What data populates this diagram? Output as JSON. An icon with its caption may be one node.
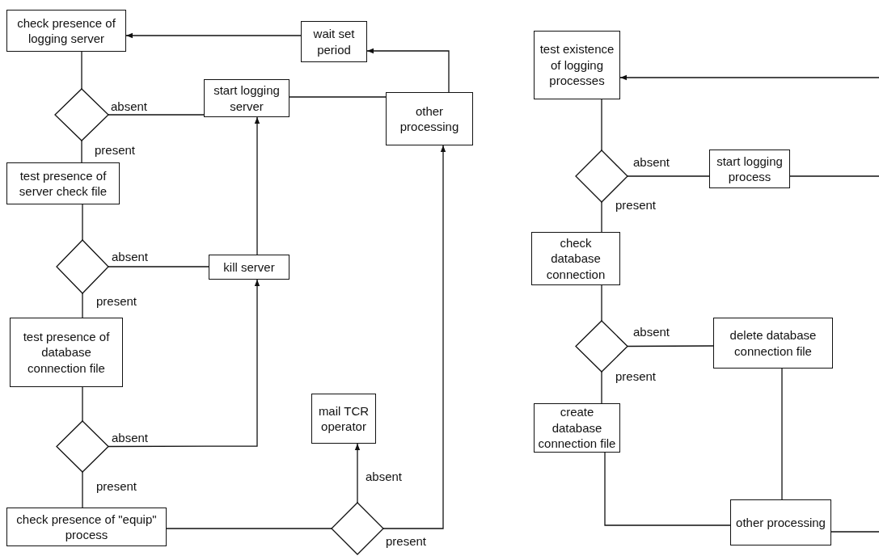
{
  "diagram": {
    "nodes": [
      {
        "text": [
          "check presence of logging server"
        ]
      },
      {
        "text": [
          "wait set period"
        ]
      },
      {
        "text": [],
        "shape": "diamond"
      },
      {
        "text": [
          "start logging server"
        ]
      },
      {
        "text": [
          "other processing"
        ]
      },
      {
        "text": [
          "test presence of server check file"
        ]
      },
      {
        "text": [],
        "shape": "diamond"
      },
      {
        "text": [
          "kill server"
        ]
      },
      {
        "text": [
          "test presence of database connection file"
        ]
      },
      {
        "text": [],
        "shape": "diamond"
      },
      {
        "text": [
          "mail TCR operator"
        ]
      },
      {
        "text": [
          "check presence of \"equip\" process"
        ]
      },
      {
        "text": [],
        "shape": "diamond"
      },
      {
        "text": [
          "test existence of logging processes"
        ]
      },
      {
        "text": [],
        "shape": "diamond"
      },
      {
        "text": [
          "start logging process"
        ]
      },
      {
        "text": [
          "check database connection"
        ]
      },
      {
        "text": [],
        "shape": "diamond"
      },
      {
        "text": [
          "delete database connection file"
        ]
      },
      {
        "text": [
          "create database connection file"
        ]
      },
      {
        "text": [
          "other processing"
        ]
      }
    ],
    "edges": [
      {
        "from": 2,
        "to": 0,
        "arrow": "none"
      },
      {
        "from": 1,
        "to": 0,
        "arrow": "to"
      },
      {
        "from": 4,
        "to": 1,
        "arrow": "to"
      },
      {
        "from": 2,
        "to": 3,
        "arrow": "none",
        "label": "absent"
      },
      {
        "from": 3,
        "to": 4,
        "arrow": "none"
      },
      {
        "from": 2,
        "to": 5,
        "arrow": "none",
        "label": "present"
      },
      {
        "from": 5,
        "to": 6,
        "arrow": "none"
      },
      {
        "from": 6,
        "to": 7,
        "arrow": "none",
        "label": "absent"
      },
      {
        "from": 7,
        "to": 3,
        "arrow": "to"
      },
      {
        "from": 6,
        "to": 8,
        "arrow": "none",
        "label": "present"
      },
      {
        "from": 8,
        "to": 9,
        "arrow": "none"
      },
      {
        "from": 9,
        "to": 7,
        "arrow": "to",
        "label": "absent"
      },
      {
        "from": 9,
        "to": 11,
        "arrow": "none",
        "label": "present"
      },
      {
        "from": 11,
        "to": 12,
        "arrow": "none"
      },
      {
        "from": 12,
        "to": 10,
        "arrow": "to",
        "label": "absent"
      },
      {
        "from": 12,
        "to": 4,
        "arrow": "to",
        "label": "present"
      },
      {
        "from": null,
        "to": 13,
        "arrow": "to"
      },
      {
        "from": 14,
        "to": 13,
        "arrow": "none"
      },
      {
        "from": 14,
        "to": 15,
        "arrow": "none",
        "label": "absent"
      },
      {
        "from": 14,
        "to": 16,
        "arrow": "none",
        "label": "present"
      },
      {
        "from": 15,
        "to": null,
        "arrow": "none"
      },
      {
        "from": 16,
        "to": 17,
        "arrow": "none"
      },
      {
        "from": 17,
        "to": 18,
        "arrow": "none",
        "label": "absent"
      },
      {
        "from": 17,
        "to": 19,
        "arrow": "none",
        "label": "present"
      },
      {
        "from": 19,
        "to": 20,
        "arrow": "none"
      },
      {
        "from": 18,
        "to": 20,
        "arrow": "none"
      },
      {
        "from": 20,
        "to": null,
        "arrow": "none"
      }
    ]
  }
}
